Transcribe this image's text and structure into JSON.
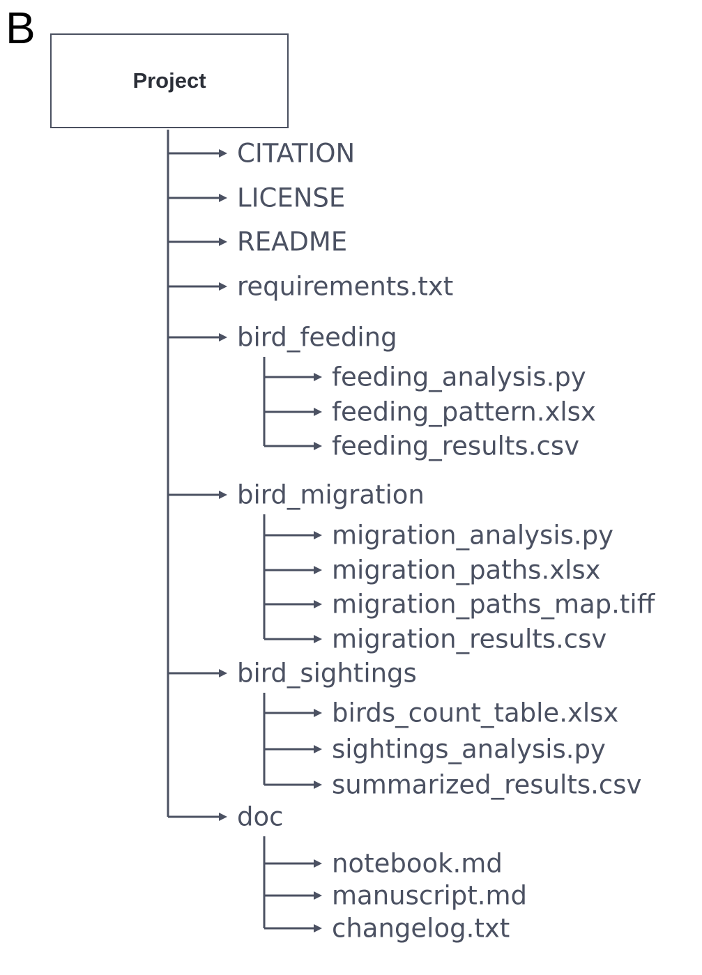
{
  "panel_label": "B",
  "root": {
    "label": "Project"
  },
  "items": [
    {
      "label": "CITATION"
    },
    {
      "label": "LICENSE"
    },
    {
      "label": "README"
    },
    {
      "label": "requirements.txt"
    },
    {
      "label": "bird_feeding",
      "children": [
        {
          "label": "feeding_analysis.py"
        },
        {
          "label": "feeding_pattern.xlsx"
        },
        {
          "label": "feeding_results.csv"
        }
      ]
    },
    {
      "label": "bird_migration",
      "children": [
        {
          "label": "migration_analysis.py"
        },
        {
          "label": "migration_paths.xlsx"
        },
        {
          "label": "migration_paths_map.tiff"
        },
        {
          "label": "migration_results.csv"
        }
      ]
    },
    {
      "label": "bird_sightings",
      "children": [
        {
          "label": "birds_count_table.xlsx"
        },
        {
          "label": "sightings_analysis.py"
        },
        {
          "label": "summarized_results.csv"
        }
      ]
    },
    {
      "label": "doc",
      "children": [
        {
          "label": "notebook.md"
        },
        {
          "label": "manuscript.md"
        },
        {
          "label": "changelog.txt"
        }
      ]
    }
  ]
}
